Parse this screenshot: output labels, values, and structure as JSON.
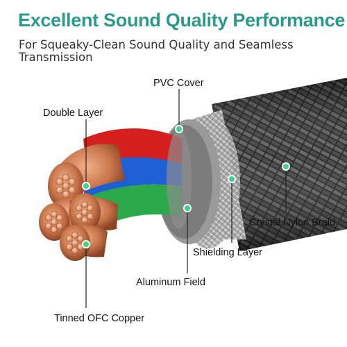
{
  "header": {
    "title": "Excellent Sound Quality Performance",
    "subtitle": "For Squeaky-Clean Sound Quality and Seamless Transmission"
  },
  "callouts": {
    "pvc_cover": "PVC Cover",
    "double_layer": "Double Layer",
    "crystal_nylon_braid": "Crystal Nylon Braid",
    "shielding_layer": "Shielding Layer",
    "aluminum_field": "Aluminum Field",
    "tinned_ofc_copper": "Tinned OFC Copper"
  },
  "colors": {
    "accent": "#2a9a8a",
    "marker": "#3fd08a",
    "braid": "#2a2a2a",
    "shield": "#b0b0b0",
    "pvc": "#8c8c8c",
    "wire_red": "#d62020",
    "wire_blue": "#1f5fd6",
    "wire_green": "#2aa84a",
    "copper": "#c8754a"
  }
}
